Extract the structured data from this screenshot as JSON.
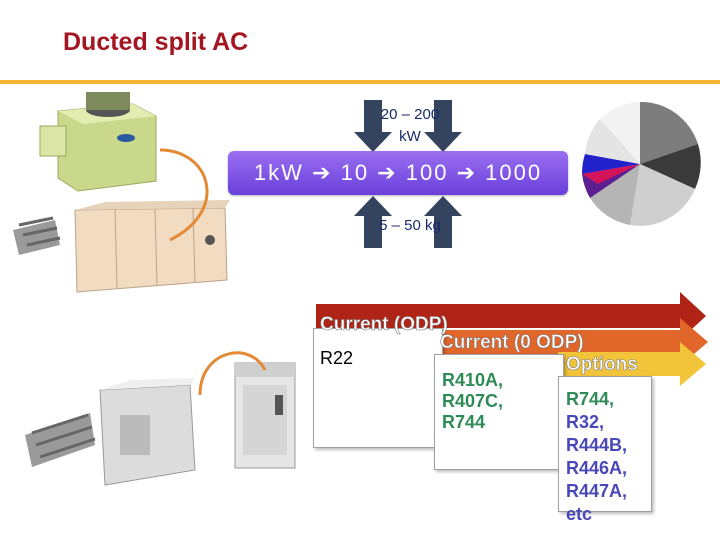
{
  "title": "Ducted split AC",
  "capacity_range": "20 – 200 kW",
  "scale": "1kW  10  100  1000",
  "scale_parts": [
    "1kW",
    "10",
    "100",
    "1000"
  ],
  "charge_range": "5 – 50 kg",
  "columns": [
    {
      "header": "Current (ODP)",
      "items": [
        "R22"
      ],
      "color": "#b02418"
    },
    {
      "header": "Current (0 ODP)",
      "items": [
        "R410A,",
        "R407C,",
        "R744"
      ],
      "color": "#e0662a"
    },
    {
      "header": "Options",
      "items": [
        "R744,",
        "R32,",
        "R444B,",
        "R446A,",
        "R447A,",
        "etc"
      ],
      "color": "#f2c43a"
    }
  ],
  "colors": {
    "title": "#a31621",
    "rule": "#f5b334",
    "scale_bar": "#7a4fe0",
    "arrow": "#34435e"
  }
}
